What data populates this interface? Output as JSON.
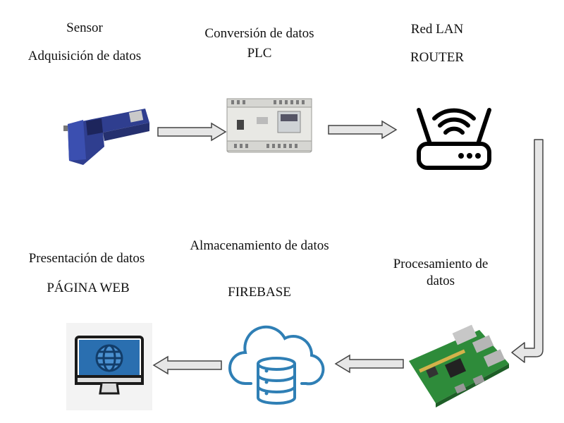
{
  "nodes": {
    "sensor": {
      "line1": "Sensor",
      "line2": "Adquisición de datos"
    },
    "plc": {
      "line1": "Conversión de datos",
      "line2": "PLC"
    },
    "router": {
      "line1": "Red LAN",
      "line2": "ROUTER"
    },
    "processing": {
      "line1": "Procesamiento de datos"
    },
    "storage": {
      "line1": "Almacenamiento de datos",
      "line2": "FIREBASE"
    },
    "presentation": {
      "line1": "Presentación de datos",
      "line2": "PÁGINA WEB"
    }
  },
  "colors": {
    "arrow_fill": "#e6e6e6",
    "arrow_stroke": "#444444",
    "sensor_blue": "#2f3e8f",
    "cloud_blue": "#2f7fb5",
    "monitor_blue": "#2a6fb0",
    "board_green": "#2e8b3a"
  }
}
